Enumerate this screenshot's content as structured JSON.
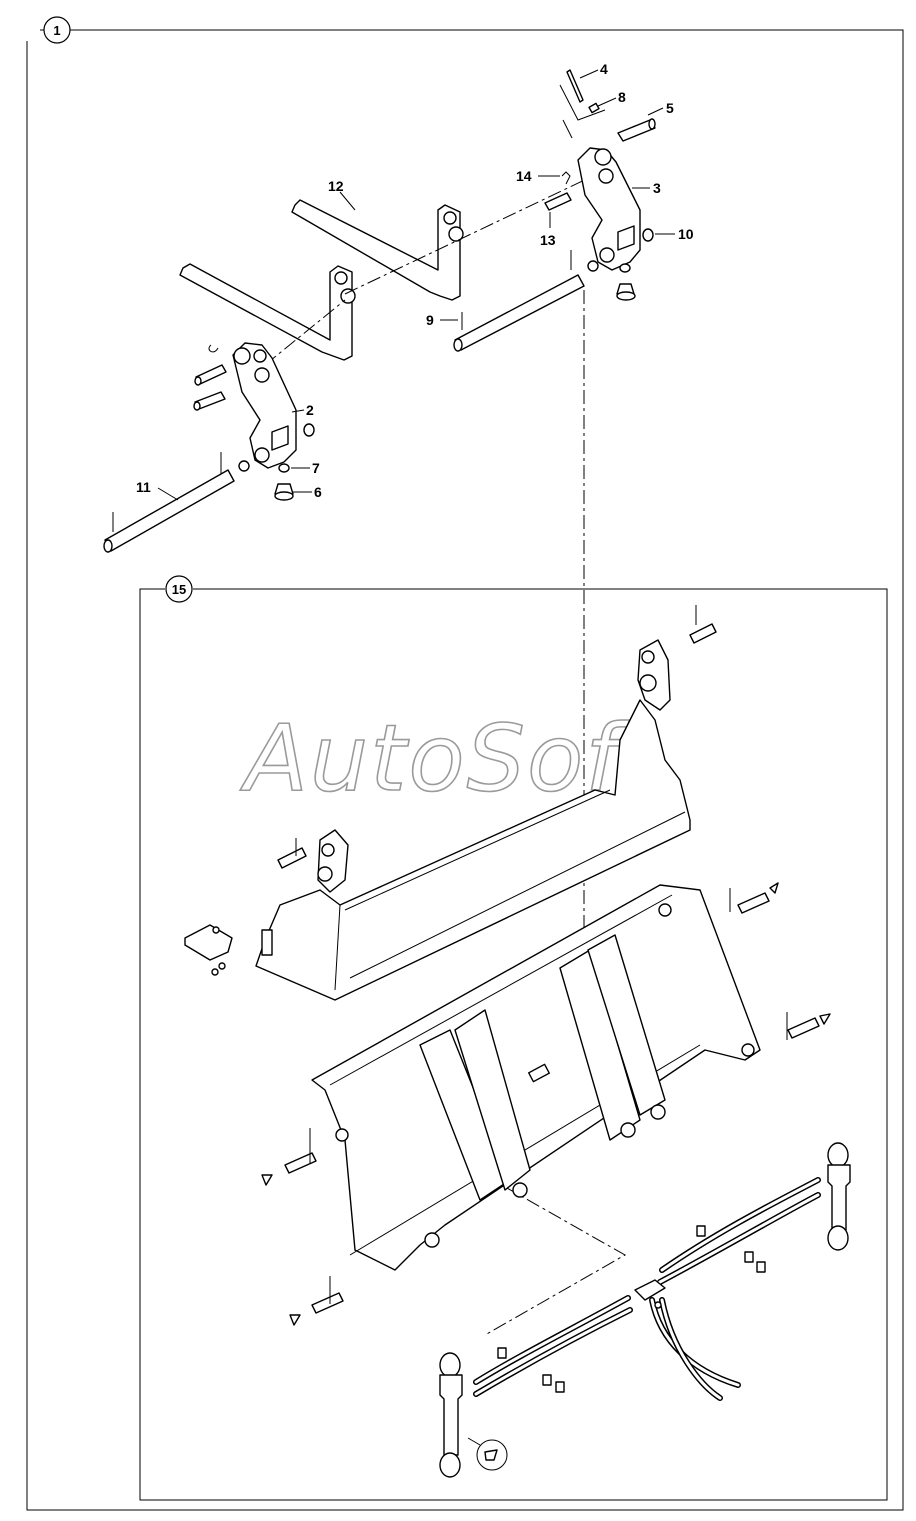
{
  "assembly": {
    "main_ref": "1",
    "sub_ref": "15"
  },
  "callouts": [
    {
      "id": "c4",
      "label": "4"
    },
    {
      "id": "c8",
      "label": "8"
    },
    {
      "id": "c5",
      "label": "5"
    },
    {
      "id": "c14",
      "label": "14"
    },
    {
      "id": "c3",
      "label": "3"
    },
    {
      "id": "c12",
      "label": "12"
    },
    {
      "id": "c13",
      "label": "13"
    },
    {
      "id": "c10",
      "label": "10"
    },
    {
      "id": "c9",
      "label": "9"
    },
    {
      "id": "c2",
      "label": "2"
    },
    {
      "id": "c7",
      "label": "7"
    },
    {
      "id": "c11",
      "label": "11"
    },
    {
      "id": "c6",
      "label": "6"
    }
  ],
  "watermark": {
    "text": "AutoSoft"
  }
}
